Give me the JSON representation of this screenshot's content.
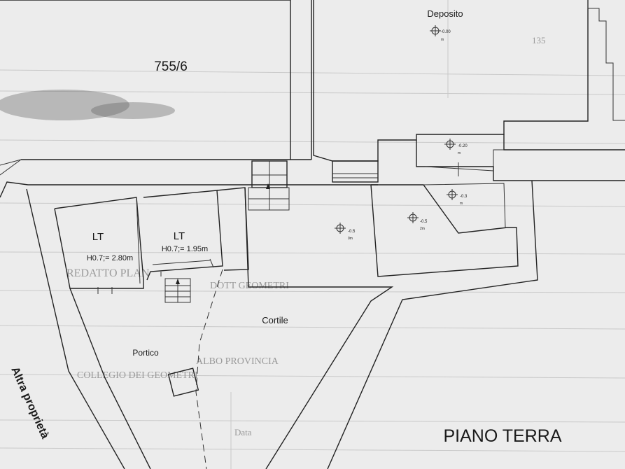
{
  "plan": {
    "parcel_label": "755/6",
    "sheet_title": "PIANO TERRA",
    "neighbor_label": "Altra proprietà",
    "rooms": {
      "deposito": "Deposito",
      "lt_left": "LT",
      "lt_right": "LT",
      "cortile": "Cortile",
      "portico": "Portico"
    },
    "heights": {
      "lt_left": "H0.7;= 2.80m",
      "lt_right": "H0.7;= 1.95m"
    },
    "levels": {
      "deposito": "-0.00",
      "upper_right": "-0.20",
      "mid_right": "-0.3",
      "center_right": "-0.5",
      "center": "-0.5"
    },
    "level_units": {
      "deposito": "m",
      "upper_right": "m",
      "mid_right": "m",
      "center_right": "2m",
      "center": "0m"
    },
    "background_text": [
      "REDATTO PLAN",
      "DOTT GEOMETRI",
      "COLLEGIO DEI GEOMETRI",
      "ALBO PROVINCIA",
      "135",
      "Data"
    ]
  }
}
